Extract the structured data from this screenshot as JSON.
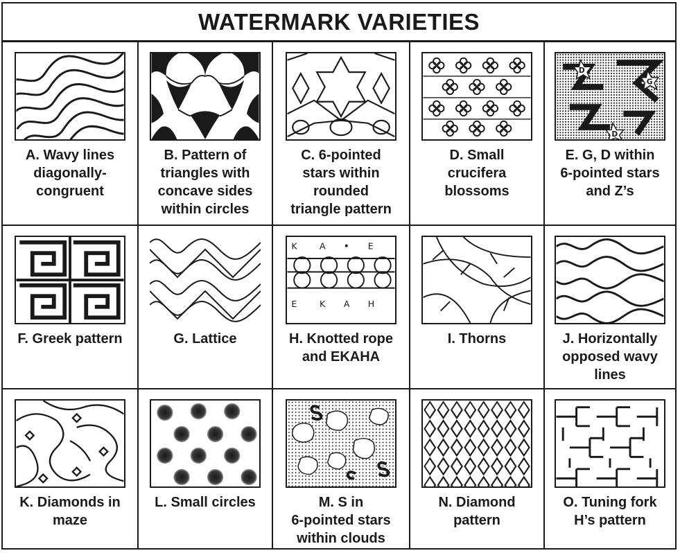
{
  "title": "WATERMARK VARIETIES",
  "varieties": [
    {
      "label": "A. Wavy lines\ndiagonally-\ncongruent",
      "pattern": "wavy-diagonal-icon"
    },
    {
      "label": "B. Pattern of\ntriangles with\nconcave sides\nwithin circles",
      "pattern": "concave-triangles-icon"
    },
    {
      "label": "C. 6-pointed\nstars within\nrounded\ntriangle pattern",
      "pattern": "six-pointed-stars-icon"
    },
    {
      "label": "D. Small\ncrucifera\nblossoms",
      "pattern": "crucifera-blossoms-icon"
    },
    {
      "label": "E. G, D within\n6-pointed stars\nand Z’s",
      "pattern": "gd-stars-icon"
    },
    {
      "label": "F. Greek pattern",
      "pattern": "greek-key-icon"
    },
    {
      "label": "G. Lattice",
      "pattern": "lattice-icon"
    },
    {
      "label": "H. Knotted rope\nand EKAHA",
      "pattern": "knotted-rope-icon"
    },
    {
      "label": "I. Thorns",
      "pattern": "thorns-icon"
    },
    {
      "label": "J. Horizontally\nopposed wavy\nlines",
      "pattern": "horizontal-waves-icon"
    },
    {
      "label": "K. Diamonds in\nmaze",
      "pattern": "diamonds-maze-icon"
    },
    {
      "label": "L. Small circles",
      "pattern": "small-circles-icon"
    },
    {
      "label": "M. S in\n6-pointed stars\nwithin clouds",
      "pattern": "s-stars-clouds-icon"
    },
    {
      "label": "N. Diamond\npattern",
      "pattern": "diamond-pattern-icon"
    },
    {
      "label": "O. Tuning fork\nH’s pattern",
      "pattern": "tuning-fork-icon"
    }
  ]
}
